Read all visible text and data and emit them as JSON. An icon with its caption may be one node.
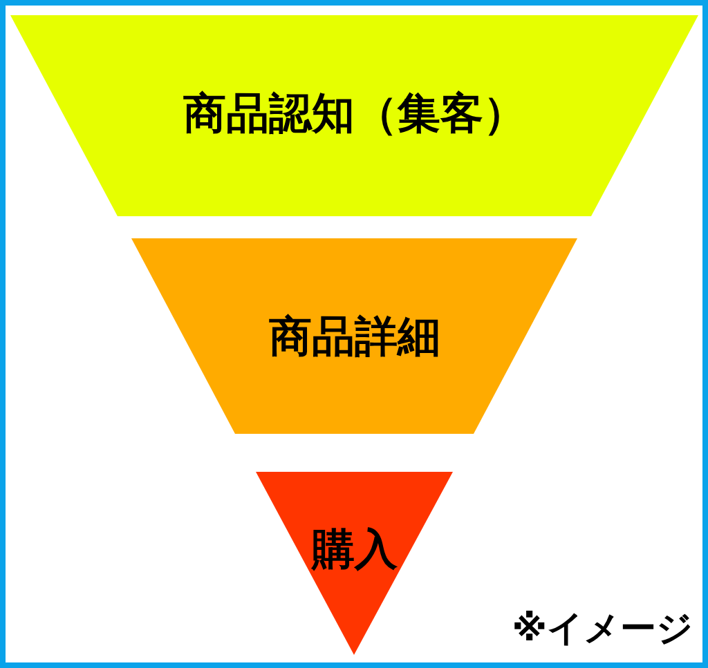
{
  "diagram": {
    "nodes": [
      {
        "text": [
          "商品認知（集客）"
        ]
      },
      {
        "text": [
          "商品詳細"
        ]
      },
      {
        "text": [
          "購入"
        ]
      }
    ],
    "labels": [
      "※イメージ"
    ]
  }
}
